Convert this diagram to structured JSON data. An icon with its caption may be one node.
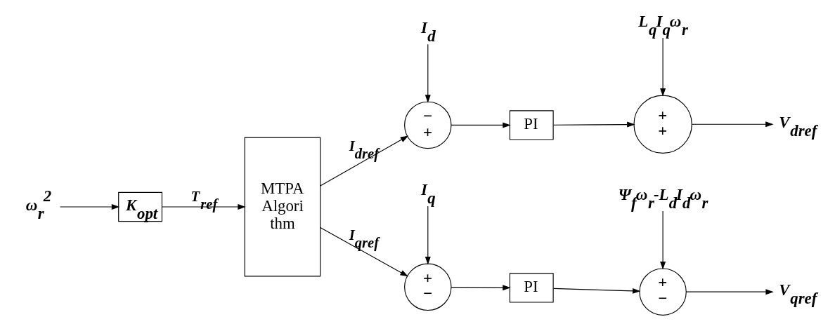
{
  "diagram": {
    "nodes": [
      {
        "text": [
          "ω$_{r}$$^{2}$"
        ]
      },
      {
        "text": [
          "K$_{opt}$"
        ]
      },
      {
        "text": [
          "MTPA Algori thm"
        ]
      },
      {
        "text": [
          "I$_{d}$"
        ]
      },
      {
        "text": [
          "−",
          "+"
        ]
      },
      {
        "text": [
          "PI"
        ]
      },
      {
        "text": [
          "L$_{q}$I$_{q}$ω$_{r}$"
        ]
      },
      {
        "text": [
          "+",
          "+"
        ]
      },
      {
        "text": [
          "V$_{dref}$"
        ]
      },
      {
        "text": [
          "I$_{q}$"
        ]
      },
      {
        "text": [
          "+",
          "−"
        ]
      },
      {
        "text": [
          "PI"
        ]
      },
      {
        "text": [
          "Ψ$_{f}$ω$_{r}$-L$_{d}$I$_{d}$ω$_{r}$"
        ]
      },
      {
        "text": [
          "+",
          "−"
        ]
      },
      {
        "text": [
          "V$_{qref}$"
        ]
      }
    ],
    "edges": [
      {
        "from": 0,
        "to": 1,
        "arrow": "to"
      },
      {
        "from": 1,
        "to": 2,
        "arrow": "to",
        "label": "T$_{ref}$"
      },
      {
        "from": 2,
        "to": 4,
        "arrow": "to",
        "label": "I$_{dref}$"
      },
      {
        "from": 3,
        "to": 4,
        "arrow": "to"
      },
      {
        "from": 4,
        "to": 5,
        "arrow": "to"
      },
      {
        "from": 5,
        "to": 7,
        "arrow": "to"
      },
      {
        "from": 6,
        "to": 7,
        "arrow": "to"
      },
      {
        "from": 7,
        "to": 8,
        "arrow": "to"
      },
      {
        "from": 2,
        "to": 10,
        "arrow": "to",
        "label": "I$_{qref}$"
      },
      {
        "from": 9,
        "to": 10,
        "arrow": "to"
      },
      {
        "from": 10,
        "to": 11,
        "arrow": "to"
      },
      {
        "from": 11,
        "to": 13,
        "arrow": "to"
      },
      {
        "from": 12,
        "to": 13,
        "arrow": "to"
      },
      {
        "from": 13,
        "to": 14,
        "arrow": "to"
      }
    ]
  }
}
